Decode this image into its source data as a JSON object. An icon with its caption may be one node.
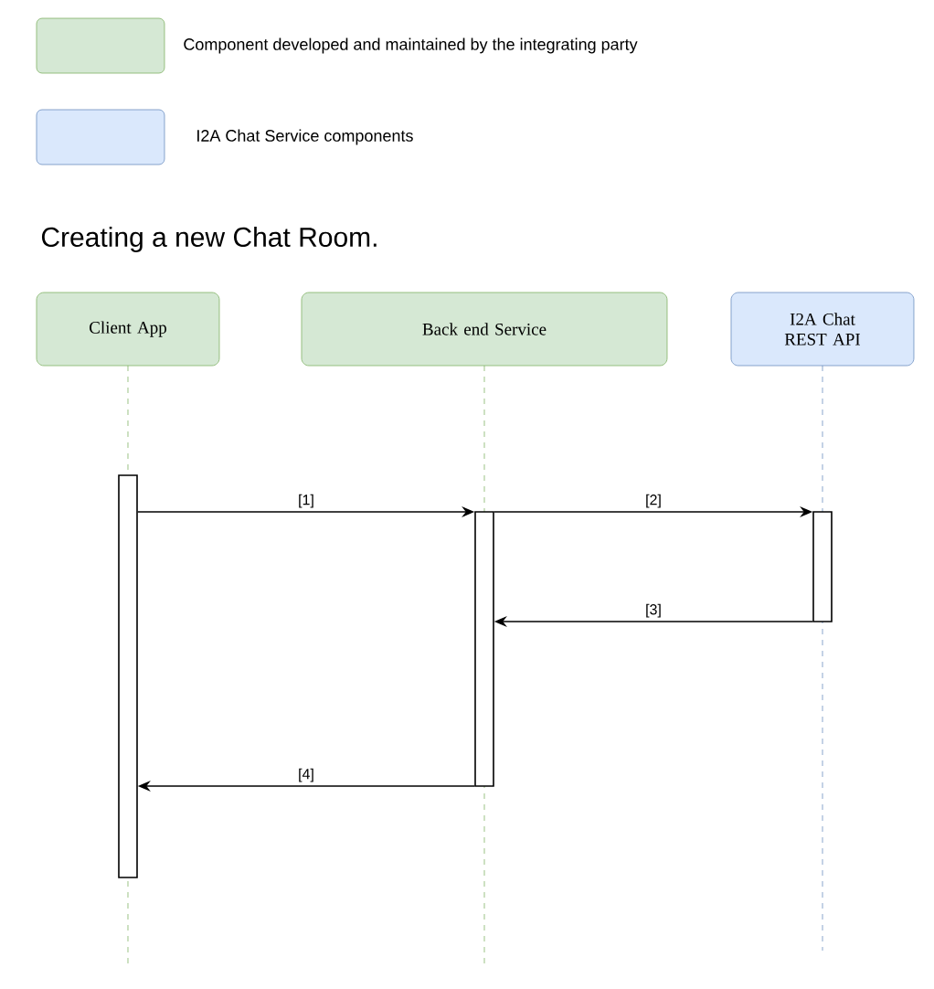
{
  "diagram": {
    "title": "Creating a new Chat Room.",
    "nodes": [
      {
        "text": [
          "Client App"
        ]
      },
      {
        "text": [
          "Back end Service"
        ]
      },
      {
        "text": [
          "I2A Chat REST API"
        ]
      },
      {
        "text": [],
        "shape": "bar"
      },
      {
        "text": [],
        "shape": "bar"
      },
      {
        "text": [],
        "shape": "bar"
      }
    ],
    "edges": [
      {
        "from": 3,
        "to": 4,
        "arrow": "to",
        "label": "[1]"
      },
      {
        "from": 4,
        "to": 5,
        "arrow": "to",
        "label": "[2]"
      },
      {
        "from": 5,
        "to": 4,
        "arrow": "to",
        "label": "[3]"
      },
      {
        "from": 4,
        "to": 3,
        "arrow": "to",
        "label": "[4]"
      }
    ],
    "legend": [
      {
        "text": "Component developed and maintained by the integrating party",
        "color": "#d5e8d4"
      },
      {
        "text": "I2A Chat Service components",
        "color": "#dae8fc"
      }
    ]
  }
}
